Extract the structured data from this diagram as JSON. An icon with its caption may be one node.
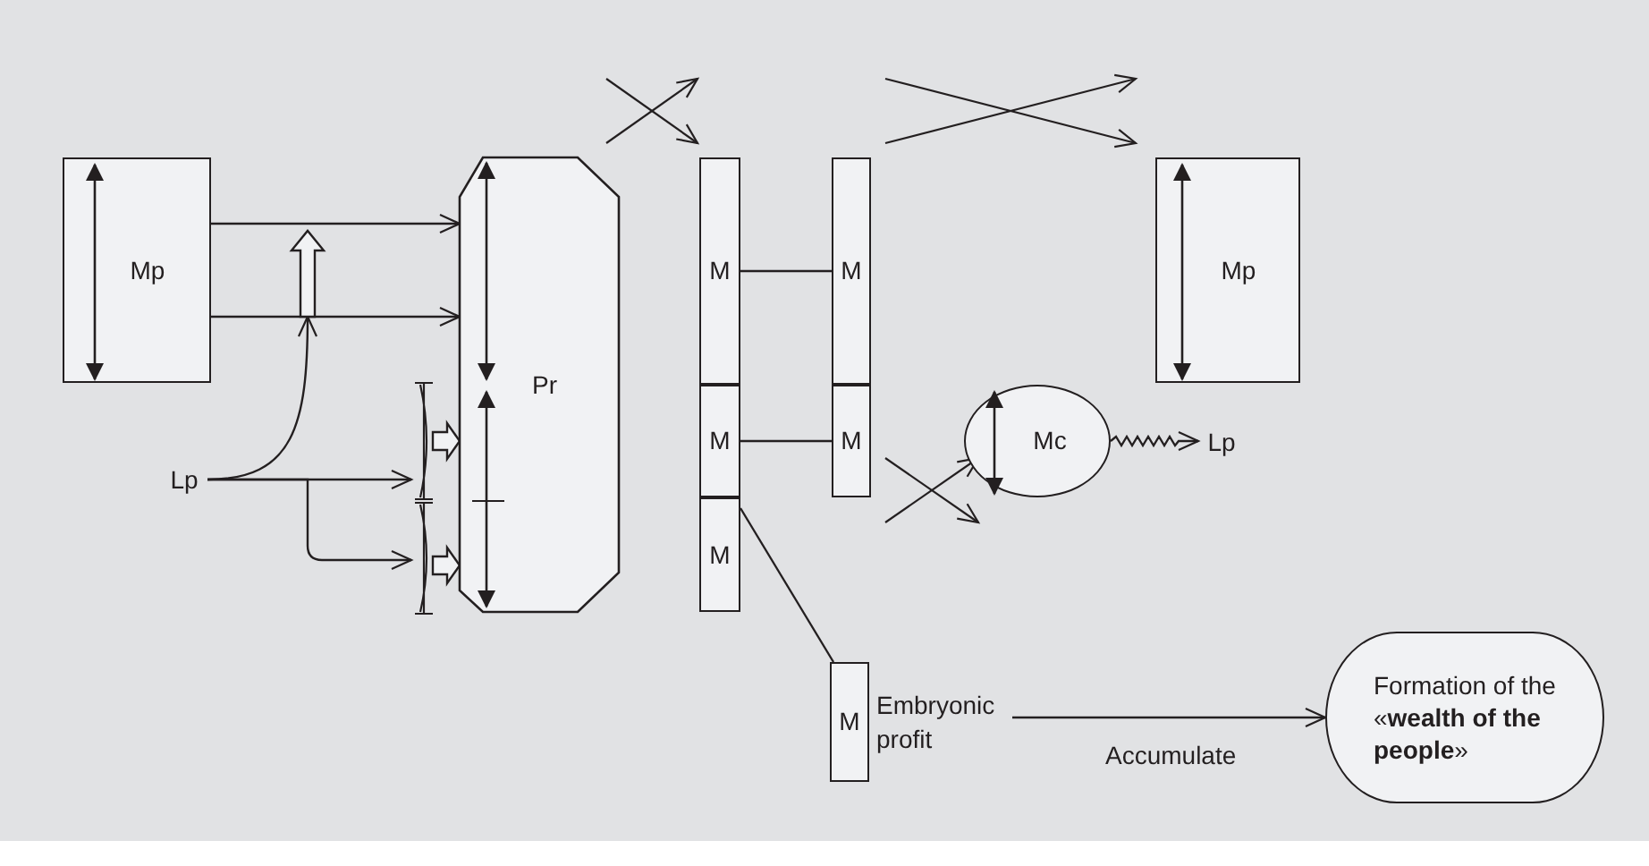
{
  "diagram": {
    "nodes": [
      {
        "text": [
          "Mp"
        ]
      },
      {
        "text": [],
        "shape": "arrow"
      },
      {
        "text": [
          "Lp"
        ]
      },
      {
        "text": [],
        "shape": "bracket"
      },
      {
        "text": [],
        "shape": "bracket"
      },
      {
        "text": [
          "Pr"
        ]
      },
      {
        "text": [
          "M"
        ]
      },
      {
        "text": [
          "M"
        ]
      },
      {
        "text": [
          "M"
        ]
      },
      {
        "text": [
          "M"
        ]
      },
      {
        "text": [
          "M"
        ]
      },
      {
        "text": [
          "Mp"
        ]
      },
      {
        "text": [
          "Mc"
        ]
      },
      {
        "text": [
          "Lp"
        ]
      },
      {
        "text": [
          "M"
        ],
        "beside": [
          "Embryonic profit"
        ]
      },
      {
        "text": [
          "Formation of the «**wealth of the people**»"
        ]
      }
    ],
    "edges": [
      {
        "from": 0,
        "to": 5,
        "arrow": "to"
      },
      {
        "from": 0,
        "to": 5,
        "arrow": "to"
      },
      {
        "from": 2,
        "to": 1,
        "arrow": "to"
      },
      {
        "from": 2,
        "to": 3,
        "arrow": "to"
      },
      {
        "from": 2,
        "to": 4,
        "arrow": "to"
      },
      {
        "from": 3,
        "to": 5,
        "arrow": "to",
        "style": "thick"
      },
      {
        "from": 4,
        "to": 5,
        "arrow": "to",
        "style": "thick"
      },
      {
        "from": 6,
        "to": 7,
        "arrow": "none"
      },
      {
        "from": 8,
        "to": 9,
        "arrow": "none"
      },
      {
        "from": 10,
        "to": 14,
        "arrow": "none"
      },
      {
        "from": 12,
        "to": 13,
        "arrow": "to"
      },
      {
        "from": 14,
        "to": 15,
        "arrow": "to",
        "label": "Accumulate"
      }
    ]
  }
}
